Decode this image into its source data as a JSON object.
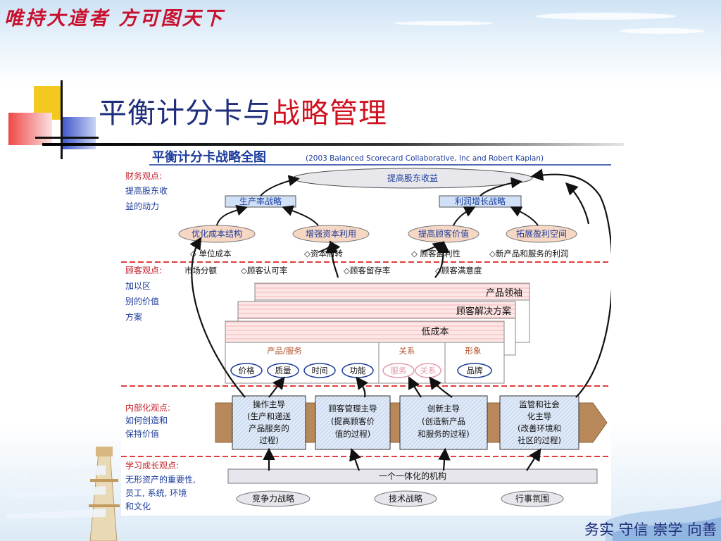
{
  "header": {
    "motto": "唯持大道者 方可图天下",
    "title_part1": "平衡计分卡与",
    "title_part2": "战略管理"
  },
  "footer": {
    "slogan": "务实  守信  崇学  向善"
  },
  "diagram": {
    "title": "平衡计分卡战略全图",
    "subtitle": "(2003 Balanced Scorecard Collaborative, Inc and Robert Kaplan)",
    "financial": {
      "label_title": "财务观点:",
      "label_line1": "提高股东收",
      "label_line2": "益的动力",
      "top_goal": "提高股东收益",
      "strategy_left": "生产率战略",
      "strategy_right": "利润增长战略",
      "nodes": [
        "优化成本结构",
        "增强资本利用",
        "提高顾客价值",
        "拓展盈利空间"
      ],
      "metrics": [
        "◇ 单位成本",
        "◇资本周转",
        "◇ 顾客盈利性",
        "◇新产品和服务的利润"
      ]
    },
    "customer": {
      "label_title": "顾客观点:",
      "label_line1": "加以区",
      "label_line2": "别的价值",
      "label_line3": "方案",
      "metrics": [
        "市场分额",
        "◇顾客认可率",
        "◇顾客留存率",
        "◇顾客满意度"
      ],
      "layer_top": "产品领袖",
      "layer_mid": "顾客解决方案",
      "layer_front": "低成本",
      "col_product": "产品/服务",
      "col_relation": "关系",
      "col_image": "形象",
      "attrs": [
        "价格",
        "质量",
        "时间",
        "功能",
        "服务",
        "关系",
        "品牌"
      ]
    },
    "internal": {
      "label_title": "内部化观点:",
      "label_line1": "如何创造和",
      "label_line2": "保持价值",
      "processes": [
        {
          "l1": "操作主导",
          "l2": "(生产和递送",
          "l3": "产品服务的",
          "l4": "过程)"
        },
        {
          "l1": "顾客管理主导",
          "l2": "(提高顾客价",
          "l3": "值的过程)",
          "l4": ""
        },
        {
          "l1": "创新主导",
          "l2": "(创造新产品",
          "l3": "和服务的过程)",
          "l4": ""
        },
        {
          "l1": "监管和社会",
          "l2": "化主导",
          "l3": "(改善环境和",
          "l4": "社区的过程)"
        }
      ]
    },
    "learning": {
      "label_title": "学习成长观点:",
      "label_line1": "无形资产的重要性,",
      "label_line2": "员工, 系统, 环境",
      "label_line3": "和文化",
      "bar": "一个一体化的机构",
      "items": [
        "竞争力战略",
        "技术战略",
        "行事氛围"
      ]
    }
  },
  "colors": {
    "motto_red": "#c8102e",
    "title_blue": "#1f2d7a",
    "title_red": "#d0101e",
    "diagram_blue": "#1c3c9c",
    "label_red": "#c0202a",
    "box_blue": "#cfe0f7",
    "oval_pink": "#f6d7c4",
    "arrow_brown": "#b9885a"
  }
}
